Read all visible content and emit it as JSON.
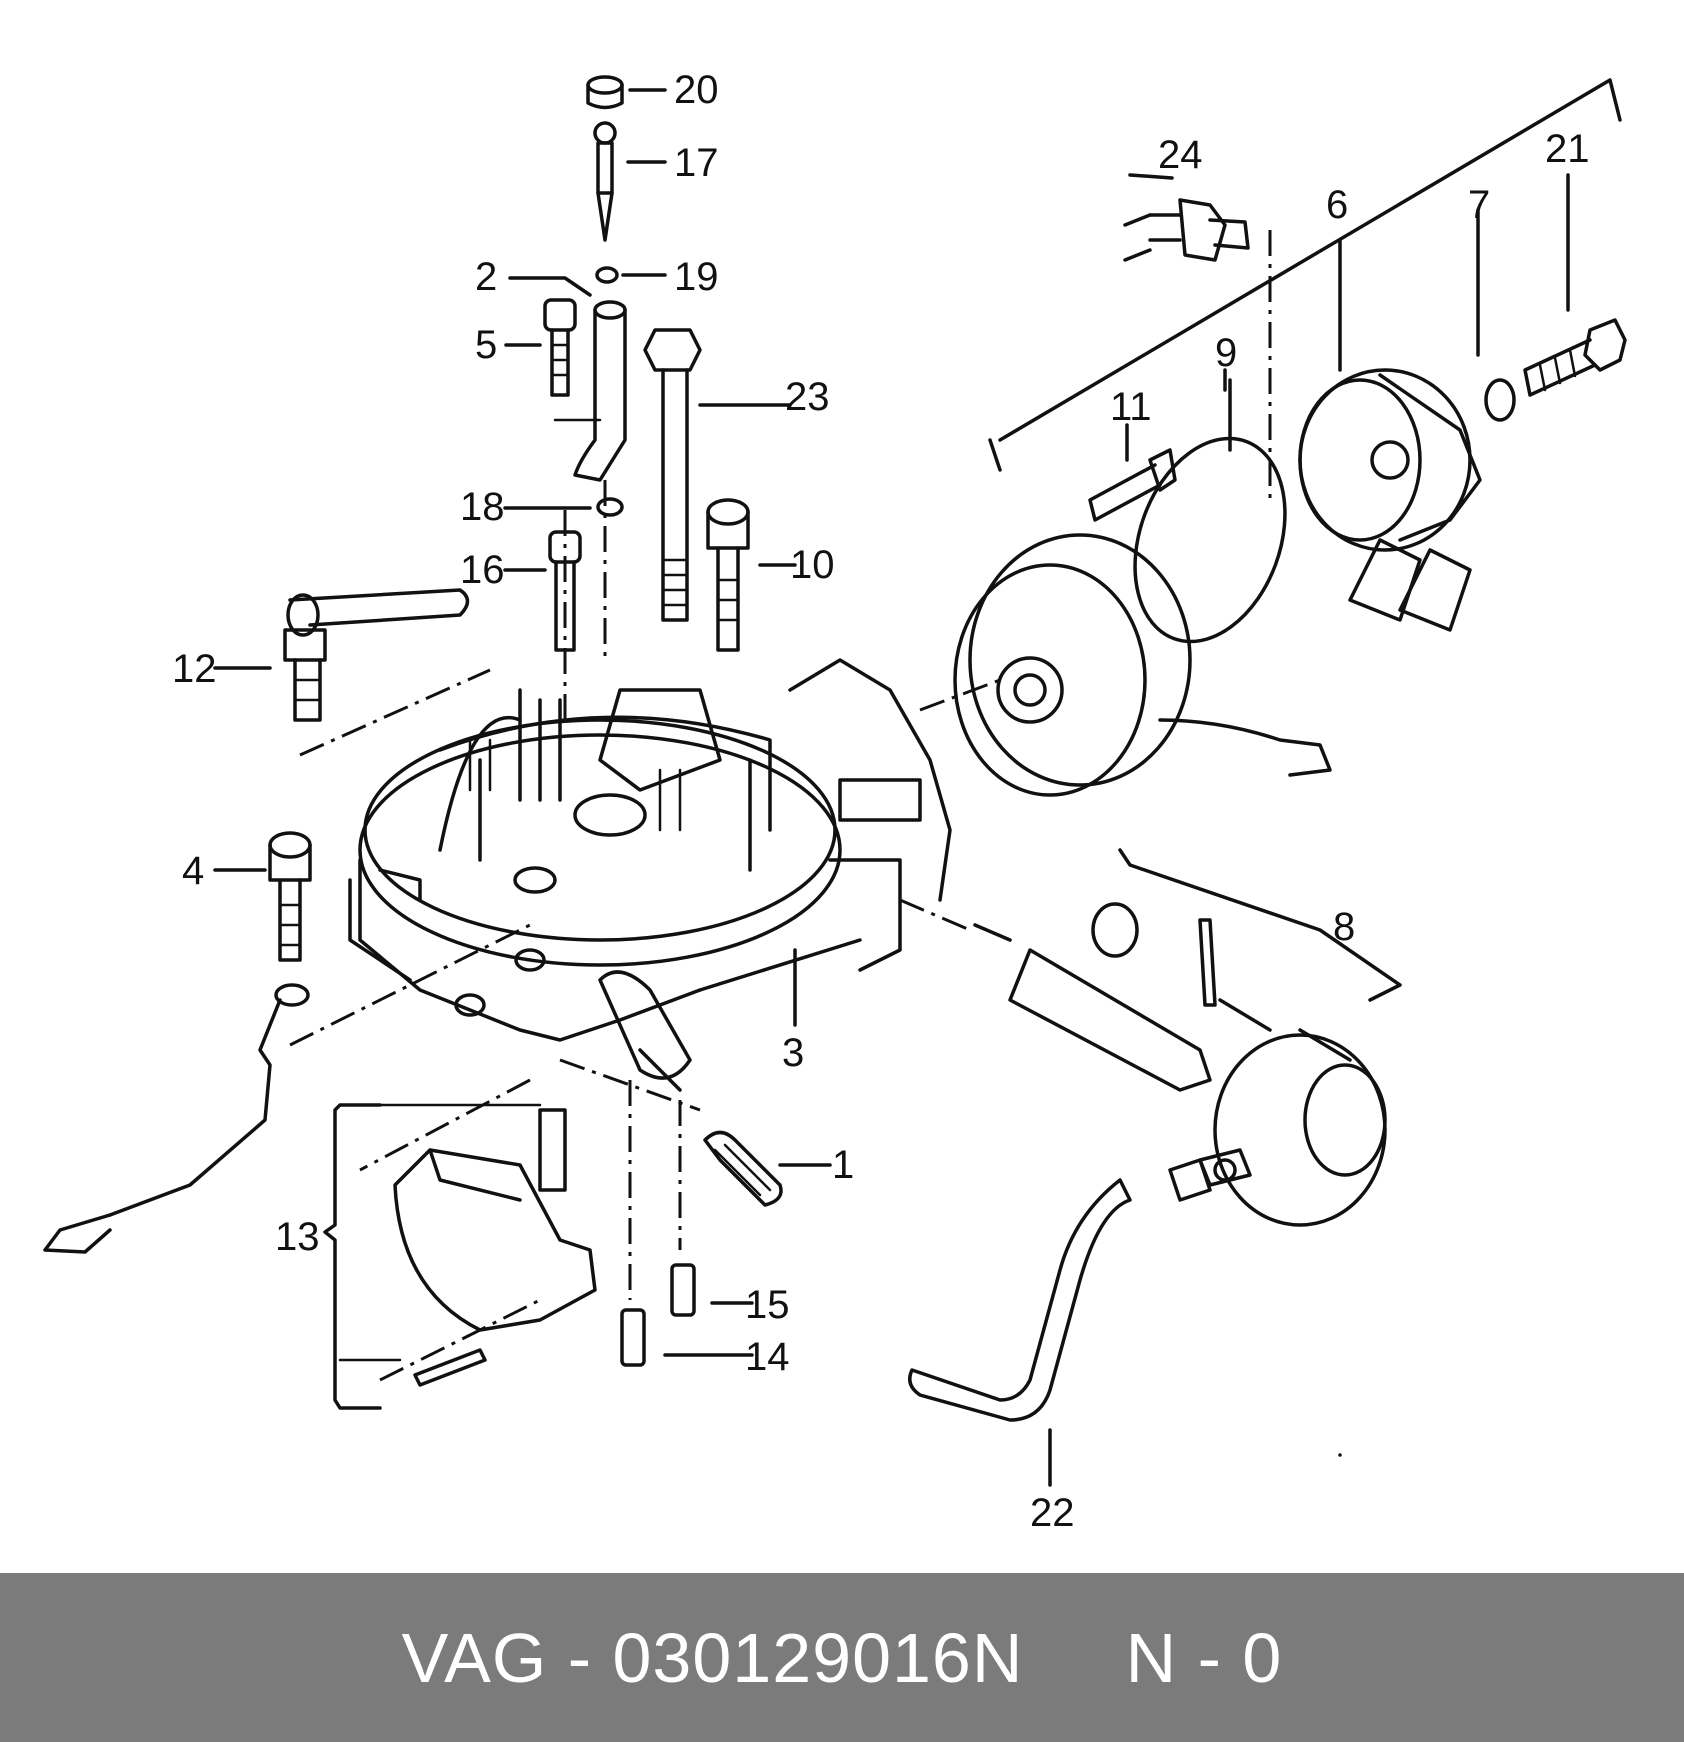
{
  "diagram": {
    "part_numbers": [
      "1",
      "2",
      "3",
      "4",
      "5",
      "6",
      "7",
      "8",
      "9",
      "10",
      "11",
      "12",
      "13",
      "14",
      "15",
      "16",
      "17",
      "18",
      "19",
      "20",
      "21",
      "22",
      "23",
      "24"
    ]
  },
  "footer": {
    "text": "VAG - 030129016N     N - 0",
    "background": "#7b7b7b",
    "text_color": "#ffffff"
  }
}
